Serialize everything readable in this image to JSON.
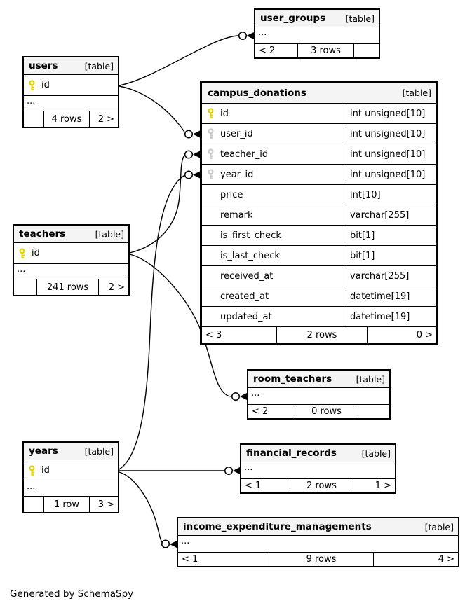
{
  "footer_note": "Generated by SchemaSpy",
  "colors": {
    "primary_key_icon": "#e3d400",
    "foreign_key_icon": "#c9c9c9",
    "header_background": "#f4f4f4",
    "border": "#000000"
  },
  "tables": {
    "user_groups": {
      "name": "user_groups",
      "tag": "[table]",
      "ellipsis": "...",
      "footer": {
        "left": "< 2",
        "center": "3 rows",
        "right": ""
      }
    },
    "users": {
      "name": "users",
      "tag": "[table]",
      "pk": "id",
      "ellipsis": "...",
      "footer": {
        "left": "",
        "center": "4 rows",
        "right": "2 >"
      }
    },
    "campus_donations": {
      "name": "campus_donations",
      "tag": "[table]",
      "columns": [
        {
          "name": "id",
          "type": "int unsigned[10]",
          "key": "pk"
        },
        {
          "name": "user_id",
          "type": "int unsigned[10]",
          "key": "fk"
        },
        {
          "name": "teacher_id",
          "type": "int unsigned[10]",
          "key": "fk"
        },
        {
          "name": "year_id",
          "type": "int unsigned[10]",
          "key": "fk"
        },
        {
          "name": "price",
          "type": "int[10]",
          "key": ""
        },
        {
          "name": "remark",
          "type": "varchar[255]",
          "key": ""
        },
        {
          "name": "is_first_check",
          "type": "bit[1]",
          "key": ""
        },
        {
          "name": "is_last_check",
          "type": "bit[1]",
          "key": ""
        },
        {
          "name": "received_at",
          "type": "varchar[255]",
          "key": ""
        },
        {
          "name": "created_at",
          "type": "datetime[19]",
          "key": ""
        },
        {
          "name": "updated_at",
          "type": "datetime[19]",
          "key": ""
        }
      ],
      "footer": {
        "left": "< 3",
        "center": "2 rows",
        "right": "0 >"
      }
    },
    "teachers": {
      "name": "teachers",
      "tag": "[table]",
      "pk": "id",
      "ellipsis": "...",
      "footer": {
        "left": "",
        "center": "241 rows",
        "right": "2 >"
      }
    },
    "room_teachers": {
      "name": "room_teachers",
      "tag": "[table]",
      "ellipsis": "...",
      "footer": {
        "left": "< 2",
        "center": "0 rows",
        "right": ""
      }
    },
    "years": {
      "name": "years",
      "tag": "[table]",
      "pk": "id",
      "ellipsis": "...",
      "footer": {
        "left": "",
        "center": "1 row",
        "right": "3 >"
      }
    },
    "financial_records": {
      "name": "financial_records",
      "tag": "[table]",
      "ellipsis": "...",
      "footer": {
        "left": "< 1",
        "center": "2 rows",
        "right": "1 >"
      }
    },
    "income_expenditure_managements": {
      "name": "income_expenditure_managements",
      "tag": "[table]",
      "ellipsis": "...",
      "footer": {
        "left": "< 1",
        "center": "9 rows",
        "right": "4 >"
      }
    }
  },
  "relations": [
    {
      "from": "users.id",
      "to": "user_groups"
    },
    {
      "from": "users.id",
      "to": "campus_donations.user_id"
    },
    {
      "from": "teachers.id",
      "to": "campus_donations.teacher_id"
    },
    {
      "from": "teachers.id",
      "to": "room_teachers"
    },
    {
      "from": "years.id",
      "to": "campus_donations.year_id"
    },
    {
      "from": "years.id",
      "to": "financial_records"
    },
    {
      "from": "years.id",
      "to": "income_expenditure_managements"
    }
  ]
}
